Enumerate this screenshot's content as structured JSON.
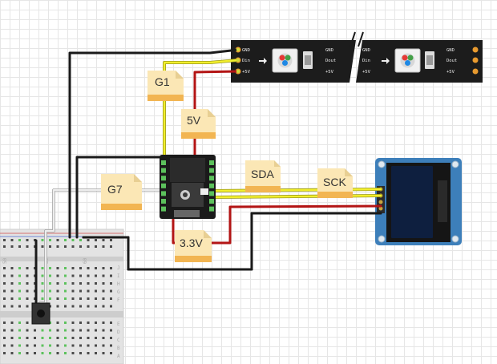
{
  "labels": {
    "g1": "G1",
    "five_v": "5V",
    "g7": "G7",
    "sda": "SDA",
    "sck": "SCK",
    "three_v3": "3.3V"
  },
  "led_strip": {
    "pins_in": [
      "GND",
      "Din",
      "+5V"
    ],
    "pins_out": [
      "GND",
      "Dout",
      "+5V"
    ]
  },
  "breadboard": {
    "col_numbers": [
      "50",
      "55",
      "60"
    ],
    "row_letters": [
      "J",
      "I",
      "H",
      "G",
      "F",
      "E",
      "D",
      "C",
      "B",
      "A"
    ]
  },
  "colors": {
    "wire_black": "#1a1a1a",
    "wire_yellow": "#f2ef2e",
    "wire_red": "#b31414",
    "wire_white": "#eeeeee",
    "note": "#fbe7b5",
    "note_bottom": "#f2b552",
    "oled_board": "#3d7fba",
    "strip": "#1c1c1c"
  }
}
